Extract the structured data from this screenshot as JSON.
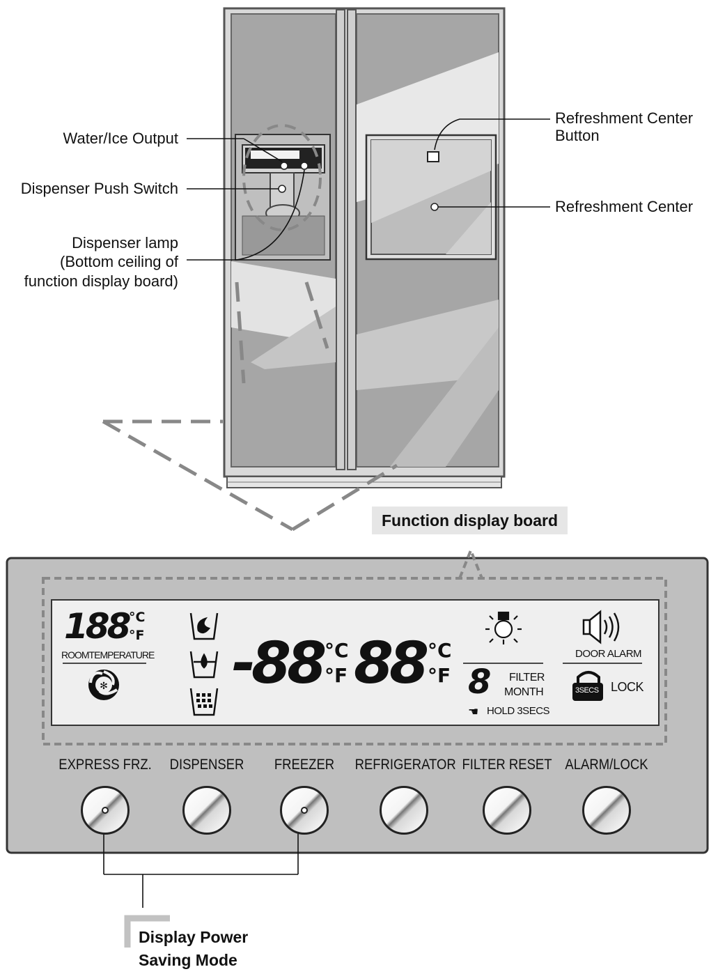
{
  "labels": {
    "water_ice_output": "Water/Ice Output",
    "dispenser_push_switch": "Dispenser Push Switch",
    "dispenser_lamp_1": "Dispenser lamp",
    "dispenser_lamp_2": "(Bottom ceiling of",
    "dispenser_lamp_3": "function display board)",
    "refreshment_center_button_1": "Refreshment Center",
    "refreshment_center_button_2": "Button",
    "refreshment_center": "Refreshment Center",
    "function_display_board": "Function display board",
    "display_power_saving_1": "Display Power",
    "display_power_saving_2": "Saving Mode"
  },
  "lcd": {
    "room_temp_digits": "188",
    "room_temp_c": "°C",
    "room_temp_f": "°F",
    "room_temperature": "ROOMTEMPERATURE",
    "freezer_digits": "-88",
    "freezer_c": "°C",
    "freezer_f": "°F",
    "fridge_digits": "88",
    "fridge_c": "°C",
    "fridge_f": "°F",
    "filter_digit": "8",
    "filter": "FILTER",
    "month": "MONTH",
    "hold": "HOLD 3SECS",
    "door_alarm": "DOOR ALARM",
    "secs_badge": "3SECS",
    "lock": "LOCK"
  },
  "buttons": [
    {
      "label": "EXPRESS FRZ."
    },
    {
      "label": "DISPENSER"
    },
    {
      "label": "FREEZER"
    },
    {
      "label": "REFRIGERATOR"
    },
    {
      "label": "FILTER RESET"
    },
    {
      "label": "ALARM/LOCK"
    }
  ],
  "icons": {
    "crushed_ice": "crushed-ice-icon",
    "water": "water-drop-icon",
    "cubed_ice": "ice-cubes-icon",
    "fan": "fan-icon",
    "lamp": "bulb-icon",
    "speaker": "speaker-icon",
    "lock": "padlock-icon",
    "hand": "hand-icon"
  }
}
